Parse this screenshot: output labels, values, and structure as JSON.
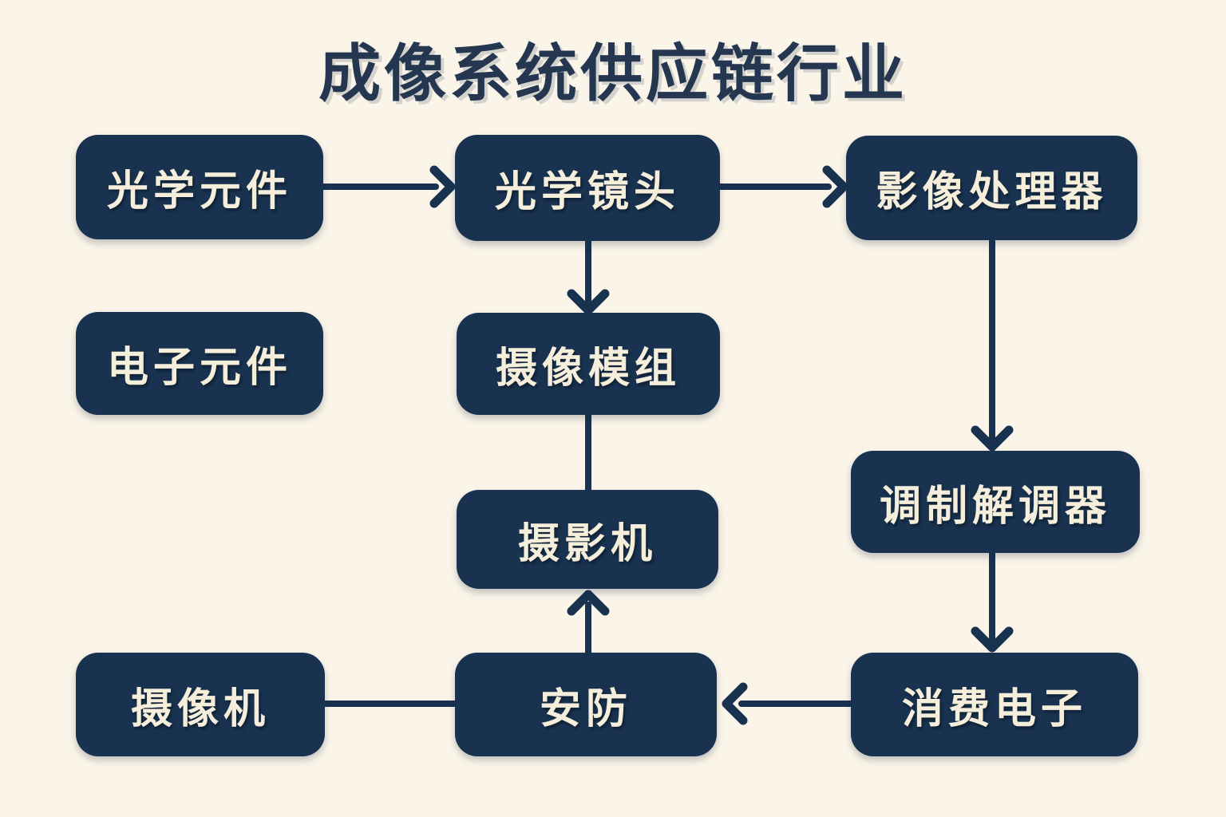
{
  "title": "成像系统供应链行业",
  "colors": {
    "background": "#FBF5E9",
    "box_fill": "#183250",
    "box_text": "#F5EEDB",
    "title_text": "#253750",
    "arrow": "#183250"
  },
  "nodes": [
    {
      "id": "optical-components",
      "label": "光学元件"
    },
    {
      "id": "optical-lens",
      "label": "光学镜头"
    },
    {
      "id": "image-processor",
      "label": "影像处理器"
    },
    {
      "id": "electronic-components",
      "label": "电子元件"
    },
    {
      "id": "camera-module",
      "label": "摄像模组"
    },
    {
      "id": "video-camera",
      "label": "摄影机"
    },
    {
      "id": "modem",
      "label": "调制解调器"
    },
    {
      "id": "camera",
      "label": "摄像机"
    },
    {
      "id": "security",
      "label": "安防"
    },
    {
      "id": "consumer-electronics",
      "label": "消费电子"
    }
  ],
  "edges": [
    {
      "from": "optical-components",
      "to": "optical-lens",
      "arrowhead": true
    },
    {
      "from": "optical-lens",
      "to": "image-processor",
      "arrowhead": true
    },
    {
      "from": "optical-lens",
      "to": "camera-module",
      "arrowhead": true
    },
    {
      "from": "camera-module",
      "to": "video-camera",
      "arrowhead": false
    },
    {
      "from": "security",
      "to": "video-camera",
      "arrowhead": true
    },
    {
      "from": "image-processor",
      "to": "modem",
      "arrowhead": true
    },
    {
      "from": "modem",
      "to": "consumer-electronics",
      "arrowhead": true
    },
    {
      "from": "consumer-electronics",
      "to": "security",
      "arrowhead": true
    },
    {
      "from": "security",
      "to": "camera",
      "arrowhead": false
    }
  ]
}
